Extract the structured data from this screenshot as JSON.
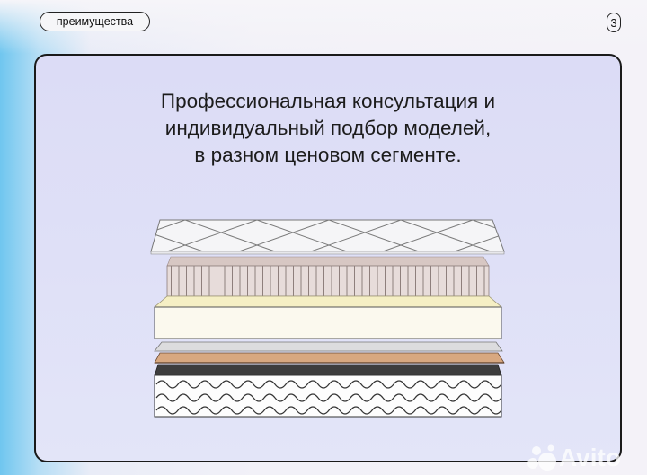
{
  "header": {
    "tag_label": "преимущества",
    "page_number": "3"
  },
  "card": {
    "headline_lines": [
      "Профессиональная консультация и",
      "индивидуальный подбор моделей,",
      "в разном ценовом сегменте."
    ]
  },
  "illustration": {
    "subject": "mattress-layers",
    "layers": [
      {
        "name": "quilted-cover",
        "color": "#f4f4f4"
      },
      {
        "name": "spring-block",
        "color": "#d8c8c4"
      },
      {
        "name": "memory-foam",
        "color": "#f6f0c6"
      },
      {
        "name": "foam-base",
        "color": "#fbf8ec"
      },
      {
        "name": "felt-layer",
        "color": "#dcdcdc"
      },
      {
        "name": "coconut-coir",
        "color": "#d4a07c"
      },
      {
        "name": "latex-layer",
        "color": "#3d3d3d"
      },
      {
        "name": "wave-foam",
        "color": "#ffffff"
      }
    ]
  },
  "watermark": {
    "text": "Avito"
  }
}
